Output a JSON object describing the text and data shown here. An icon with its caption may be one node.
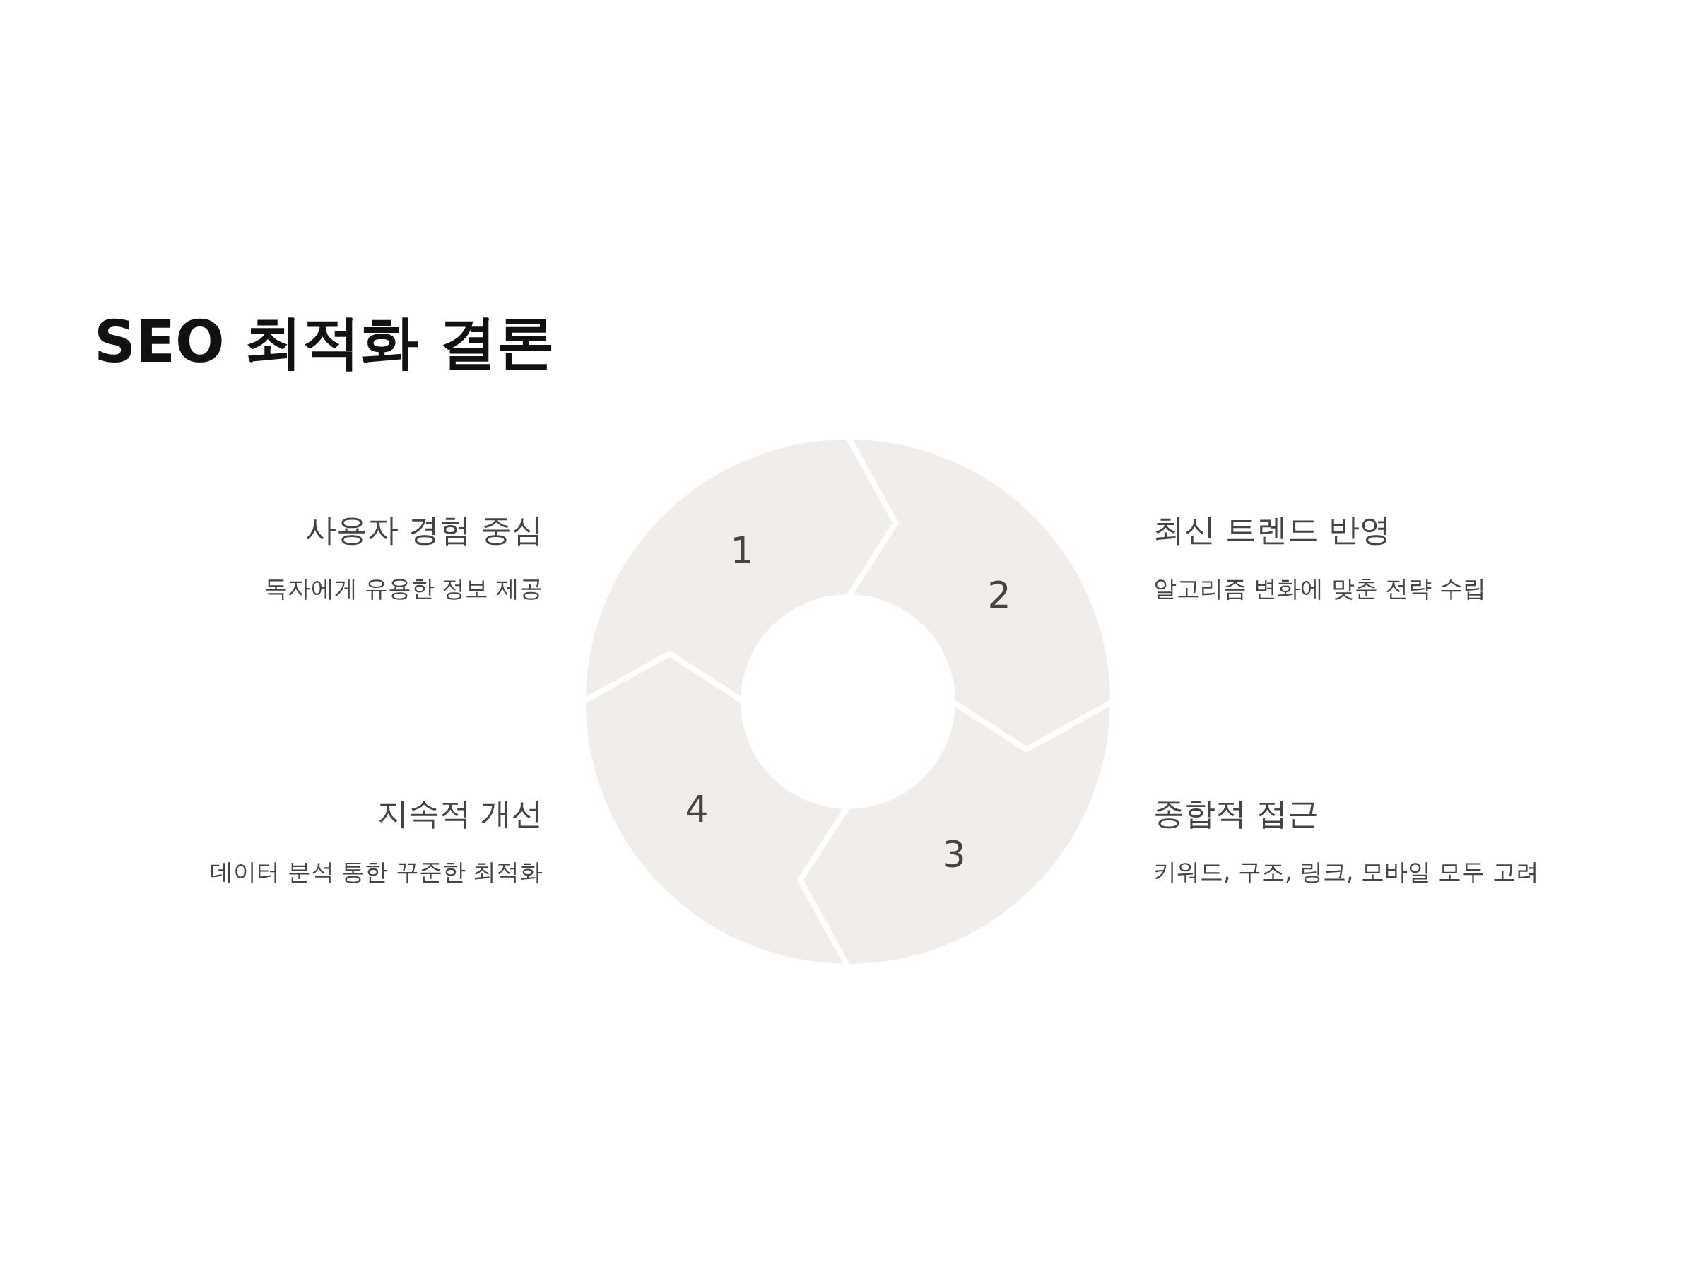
{
  "diagram": {
    "title": "SEO 최적화 결론",
    "nodes": [
      {
        "text": [
          "1"
        ],
        "beside": [
          "사용자 경험 중심",
          "독자에게 유용한 정보 제공"
        ]
      },
      {
        "text": [
          "2"
        ],
        "beside": [
          "최신 트렌드 반영",
          "알고리즘 변화에 맞춘 전략 수립"
        ]
      },
      {
        "text": [
          "3"
        ],
        "beside": [
          "종합적 접근",
          "키워드, 구조, 링크, 모바일 모두 고려"
        ]
      },
      {
        "text": [
          "4"
        ],
        "beside": [
          "지속적 개선",
          "데이터 분석 통한 꾸준한 최적화"
        ]
      }
    ]
  }
}
